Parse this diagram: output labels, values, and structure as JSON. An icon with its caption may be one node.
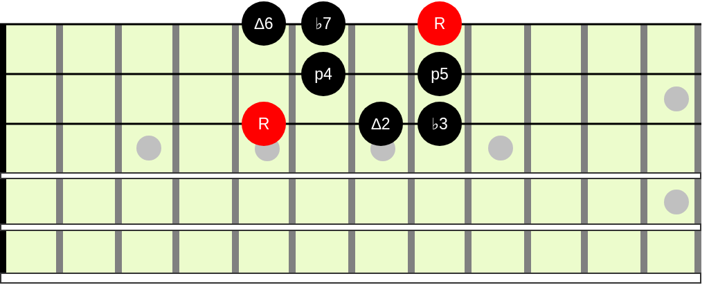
{
  "diagram": {
    "nodes": [
      {
        "text": [
          "∆6"
        ]
      },
      {
        "text": [
          "♭7"
        ]
      },
      {
        "text": [
          "R"
        ]
      },
      {
        "text": [
          "p4"
        ]
      },
      {
        "text": [
          "p5"
        ]
      },
      {
        "text": [
          "R"
        ]
      },
      {
        "text": [
          "∆2"
        ]
      },
      {
        "text": [
          "♭3"
        ]
      }
    ]
  }
}
